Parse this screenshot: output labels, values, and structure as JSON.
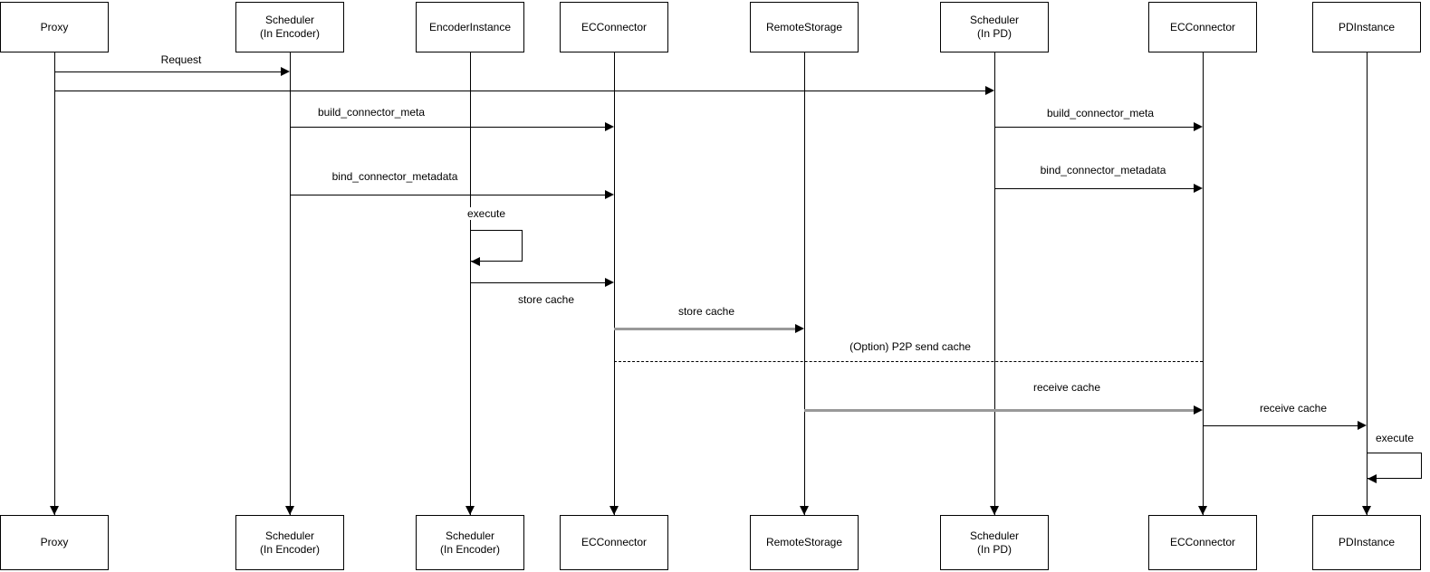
{
  "actors": {
    "top": [
      "Proxy",
      "Scheduler\n(In Encoder)",
      "EncoderInstance",
      "ECConnector",
      "RemoteStorage",
      "Scheduler\n(In PD)",
      "ECConnector",
      "PDInstance"
    ],
    "bottom": [
      "Proxy",
      "Scheduler\n(In Encoder)",
      "Scheduler\n(In Encoder)",
      "ECConnector",
      "RemoteStorage",
      "Scheduler\n(In PD)",
      "ECConnector",
      "PDInstance"
    ]
  },
  "messages": {
    "request": "Request",
    "build_connector_meta_left": "build_connector_meta",
    "build_connector_meta_right": "build_connector_meta",
    "bind_connector_metadata_left": "bind_connector_metadata",
    "bind_connector_metadata_right": "bind_connector_metadata",
    "execute_encoder": "execute",
    "store_cache_encoder_to_connector": "store cache",
    "store_cache_connector_to_storage": "store cache",
    "p2p_send_cache": "(Option) P2P send cache",
    "receive_cache_storage_to_connector": "receive cache",
    "receive_cache_connector_to_pd": "receive cache",
    "execute_pd": "execute"
  },
  "colors": {
    "background": "#ffffff",
    "line": "#000000",
    "bulk_arrow_line": "#999999",
    "text": "#000000"
  }
}
